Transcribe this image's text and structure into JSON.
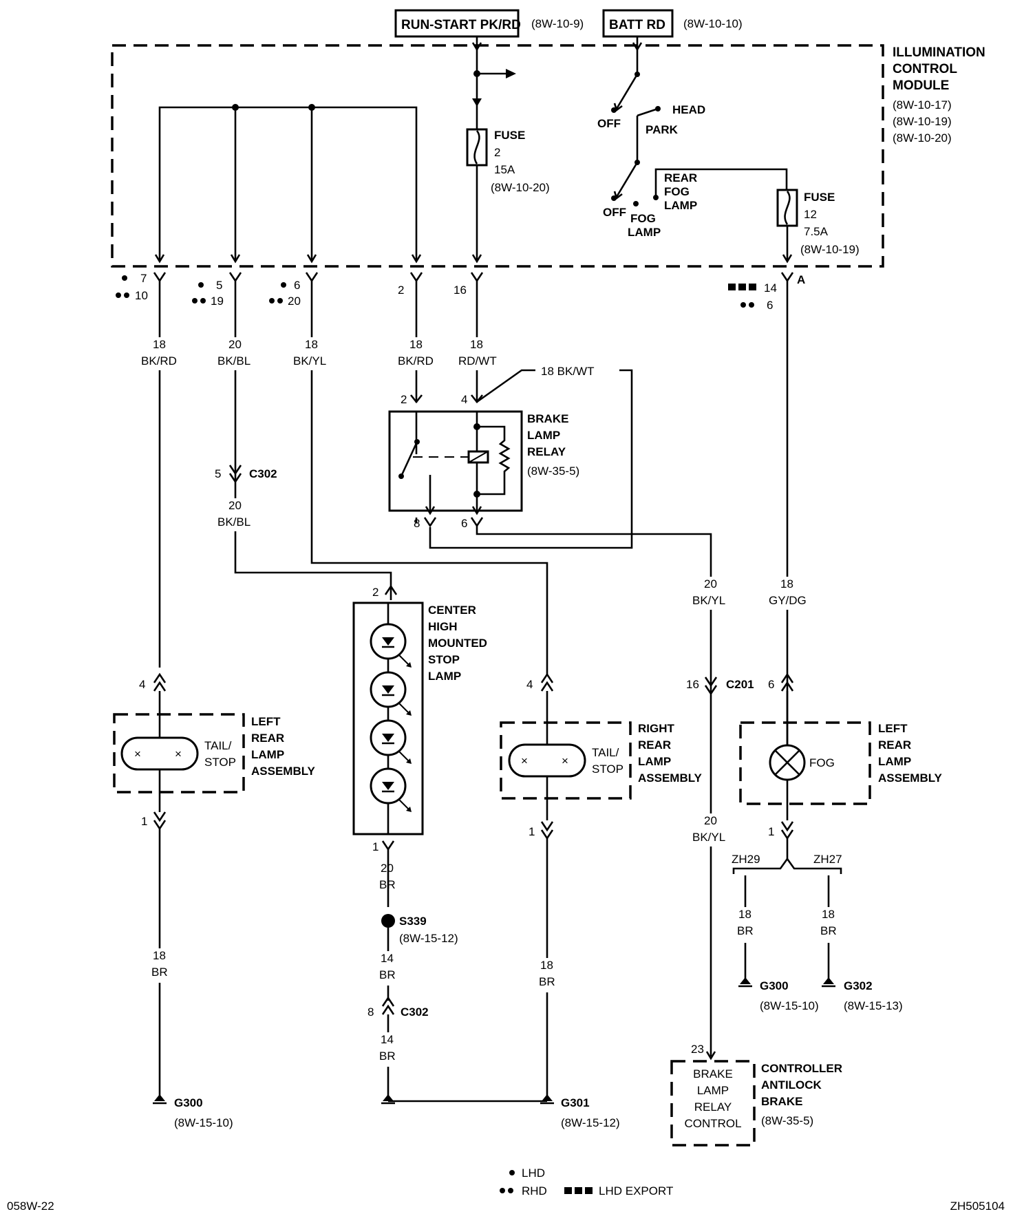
{
  "inputs": {
    "run_start": {
      "label": "RUN-START PK/RD",
      "ref": "(8W-10-9)"
    },
    "batt": {
      "label": "BATT RD",
      "ref": "(8W-10-10)"
    }
  },
  "icm": {
    "title": [
      "ILLUMINATION",
      "CONTROL",
      "MODULE"
    ],
    "refs": [
      "(8W-10-17)",
      "(8W-10-19)",
      "(8W-10-20)"
    ],
    "fuse2": [
      "FUSE",
      "2",
      "15A",
      "(8W-10-20)"
    ],
    "fuse12": [
      "FUSE",
      "12",
      "7.5A",
      "(8W-10-19)"
    ],
    "switch": {
      "off1": "OFF",
      "head": "HEAD",
      "park": "PARK",
      "off2": "OFF",
      "fog_lamp": [
        "FOG",
        "LAMP"
      ],
      "rear_fog_lamp": [
        "REAR",
        "FOG",
        "LAMP"
      ]
    }
  },
  "pins": {
    "p1": {
      "lhd": "7",
      "rhd": "10"
    },
    "p2": {
      "lhd": "5",
      "rhd": "19"
    },
    "p3": {
      "lhd": "6",
      "rhd": "20"
    },
    "p4": "2",
    "p5": "16",
    "p6": {
      "export": "14",
      "rhd": "6",
      "lhd": "A"
    }
  },
  "wires": {
    "bkrd1": [
      "18",
      "BK/RD"
    ],
    "bkbl1": [
      "20",
      "BK/BL"
    ],
    "bkyl1": [
      "18",
      "BK/YL"
    ],
    "bkrd2": [
      "18",
      "BK/RD"
    ],
    "rdwt": [
      "18",
      "RD/WT"
    ],
    "bkwt": "18  BK/WT",
    "bkbl2": [
      "20",
      "BK/BL"
    ],
    "bkyl2": [
      "20",
      "BK/YL"
    ],
    "gydg": [
      "18",
      "GY/DG"
    ],
    "bkyl3": [
      "20",
      "BK/YL"
    ],
    "br_left": [
      "18",
      "BR"
    ],
    "br_chmsl": [
      "20",
      "BR"
    ],
    "br_14a": [
      "14",
      "BR"
    ],
    "br_14b": [
      "14",
      "BR"
    ],
    "br_right": [
      "18",
      "BR"
    ],
    "br_zh29": [
      "18",
      "BR"
    ],
    "br_zh27": [
      "18",
      "BR"
    ]
  },
  "relay": {
    "title": [
      "BRAKE",
      "LAMP",
      "RELAY"
    ],
    "ref": "(8W-35-5)",
    "pin_in1": "2",
    "pin_in2": "4",
    "pin_out1": "8",
    "pin_out2": "6"
  },
  "c302_a": {
    "pin": "5",
    "label": "C302"
  },
  "chmsl": {
    "title": [
      "CENTER",
      "HIGH",
      "MOUNTED",
      "STOP",
      "LAMP"
    ],
    "pin_top": "2",
    "pin_bottom": "1"
  },
  "left_rear": {
    "title": [
      "LEFT",
      "REAR",
      "LAMP",
      "ASSEMBLY"
    ],
    "bulb": [
      "TAIL/",
      "STOP"
    ],
    "pin_top": "4",
    "pin_bottom": "1"
  },
  "right_rear": {
    "title": [
      "RIGHT",
      "REAR",
      "LAMP",
      "ASSEMBLY"
    ],
    "bulb": [
      "TAIL/",
      "STOP"
    ],
    "pin_top": "4",
    "pin_bottom": "1"
  },
  "left_fog": {
    "title": [
      "LEFT",
      "REAR",
      "LAMP",
      "ASSEMBLY"
    ],
    "bulb": "FOG",
    "pin_top": "6",
    "pin_bottom": "1"
  },
  "c201": {
    "pin": "16",
    "label": "C201"
  },
  "splice_s339": {
    "label": "S339",
    "ref": "(8W-15-12)"
  },
  "c302_b": {
    "pin": "8",
    "label": "C302"
  },
  "zh": {
    "left": "ZH29",
    "right": "ZH27"
  },
  "grounds": {
    "g300_left": {
      "label": "G300",
      "ref": "(8W-15-10)"
    },
    "g301": {
      "label": "G301",
      "ref": "(8W-15-12)"
    },
    "g300_fog": {
      "label": "G300",
      "ref": "(8W-15-10)"
    },
    "g302": {
      "label": "G302",
      "ref": "(8W-15-13)"
    }
  },
  "abs": {
    "title": [
      "CONTROLLER",
      "ANTILOCK",
      "BRAKE"
    ],
    "ref": "(8W-35-5)",
    "inner": [
      "BRAKE",
      "LAMP",
      "RELAY",
      "CONTROL"
    ],
    "pin": "23"
  },
  "legend": {
    "lhd": "LHD",
    "rhd": "RHD",
    "export": "LHD EXPORT"
  },
  "footer": {
    "left": "058W-22",
    "right": "ZH505104"
  }
}
